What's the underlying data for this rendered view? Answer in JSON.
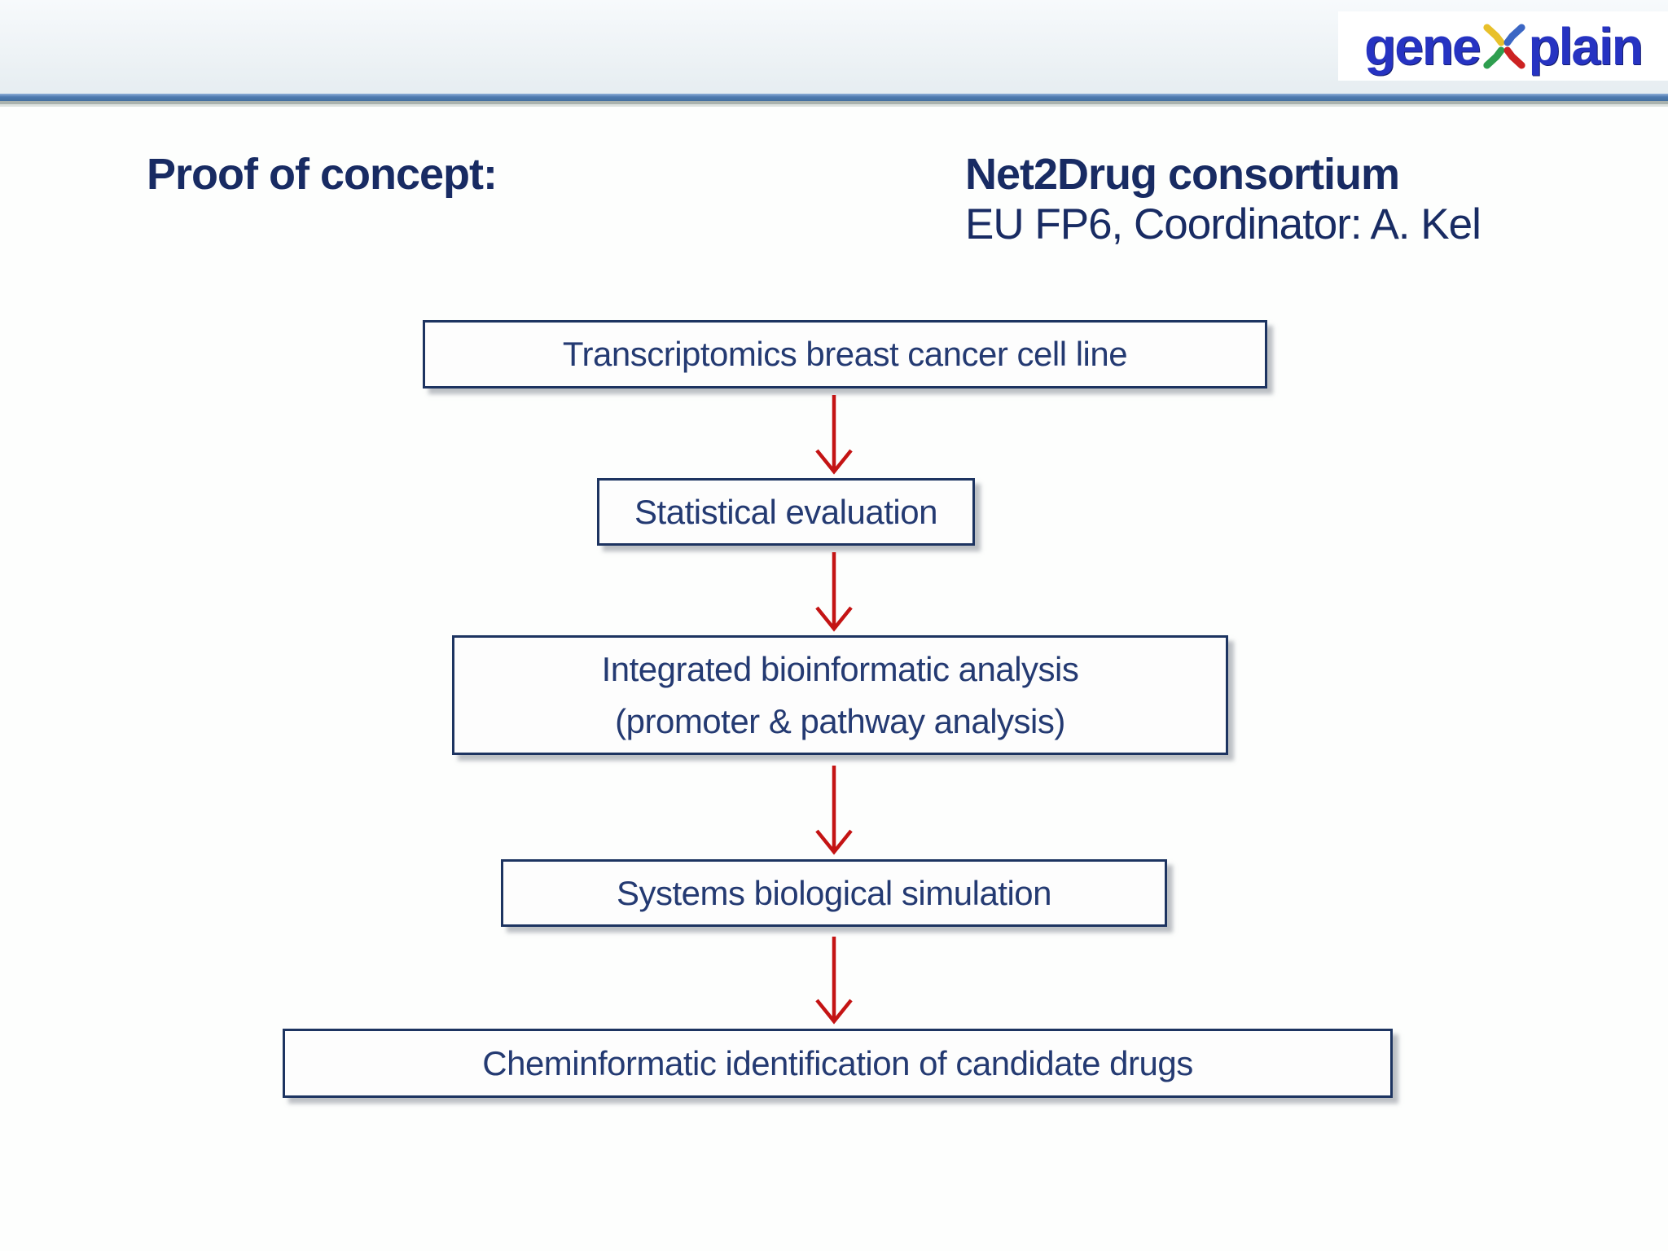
{
  "slide": {
    "title": "Proof of concept:",
    "consortium_title": "Net2Drug consortium",
    "consortium_subtitle": "EU FP6, Coordinator: A. Kel"
  },
  "logo": {
    "part1": "gene",
    "part2": "plain",
    "x_icon": "colored-x-dna-icon"
  },
  "flow": {
    "steps": [
      {
        "lines": [
          "Transcriptomics breast cancer cell line",
          ""
        ]
      },
      {
        "lines": [
          "Statistical evaluation",
          ""
        ]
      },
      {
        "lines": [
          "Integrated bioinformatic analysis",
          "(promoter & pathway analysis)"
        ]
      },
      {
        "lines": [
          "Systems biological simulation",
          ""
        ]
      },
      {
        "lines": [
          "Cheminformatic identification of candidate drugs",
          ""
        ]
      }
    ]
  },
  "colors": {
    "heading_navy": "#182b63",
    "box_text_navy": "#243a72",
    "box_border_navy": "#1d3461",
    "arrow_red": "#c41414",
    "top_rule_blue": "#4d7ab0",
    "logo_blue": "#2633c2"
  }
}
